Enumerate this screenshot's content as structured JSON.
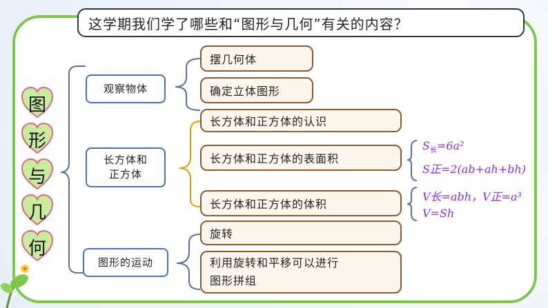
{
  "title": "这学期我们学了哪些和“图形与几何”有关的内容？",
  "side_chars": [
    "图",
    "形",
    "与",
    "几",
    "何"
  ],
  "categories": {
    "observe": "观察物体",
    "cuboid": [
      "长方体和",
      "正方体"
    ],
    "motion": "图形的运动"
  },
  "items": {
    "observe": [
      "摆几何体",
      "确定立体图形"
    ],
    "cuboid": [
      "长方体和正方体的认识",
      "长方体和正方体的表面积",
      "长方体和正方体的体积"
    ],
    "motion": [
      "旋转",
      [
        "利用旋转和平移可以进行",
        "图形拼组"
      ]
    ]
  },
  "formulas": {
    "area_s": "S",
    "area_sub": "长",
    "area_eq": "=6a²",
    "area_line2": "S正=2(ab+ah+bh)",
    "vol_line1": "V长=abh，V正=a³",
    "vol_line2": "V=Sh"
  },
  "colors": {
    "border_green": "#7cc74a",
    "category_blue": "#4a6fb5",
    "item_brown": "#8a5a2b",
    "formula_purple": "#8a2be2",
    "heart_fill": "#c9ec9c"
  }
}
